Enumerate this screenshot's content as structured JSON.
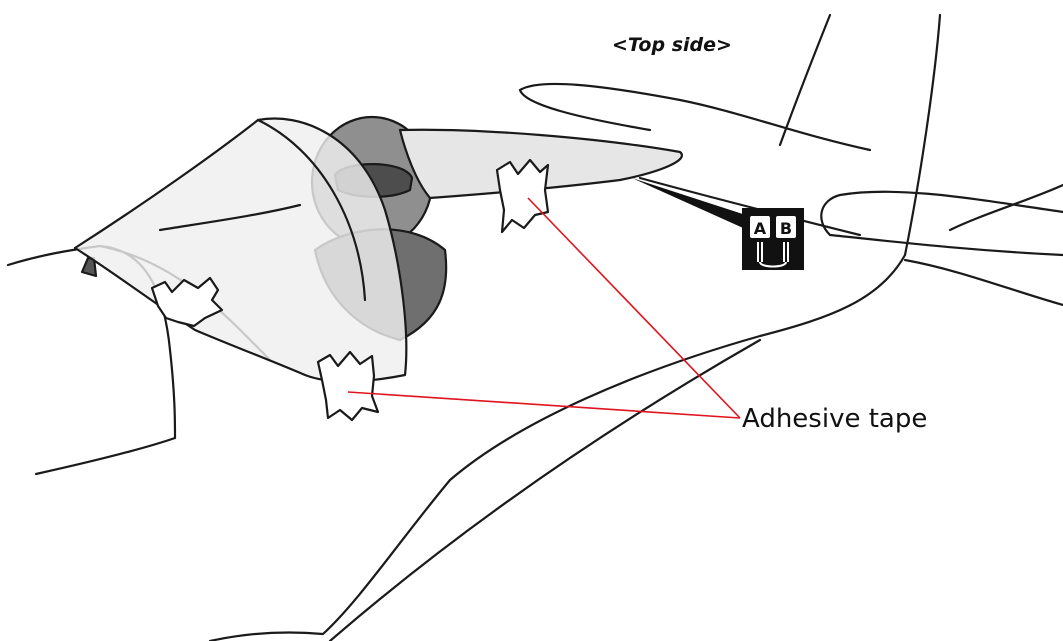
{
  "diagram": {
    "view_label": "<Top side>",
    "callout_label": "Adhesive tape",
    "connector_letters": [
      "A",
      "B"
    ],
    "colors": {
      "outline": "#1a1a1a",
      "canopy_fill": "#efefef",
      "pilot_fill": "#8f8f8f",
      "stab_fill": "#e6e6e6",
      "leader_line": "#e0141e",
      "connector_bg": "#111111"
    },
    "icons": [
      "canopy",
      "pilot-figure",
      "adhesive-tape-piece",
      "servo-connector-icon",
      "mounting-tab"
    ]
  }
}
